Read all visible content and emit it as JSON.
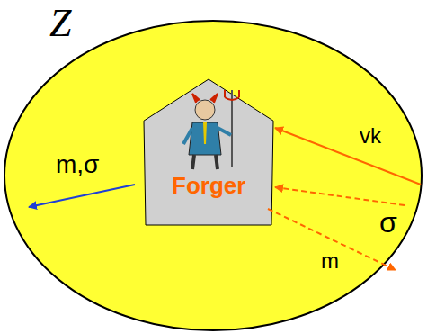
{
  "diagram": {
    "nodes": [
      {
        "text": [
          "Z"
        ]
      },
      {
        "text": [
          "Forger"
        ],
        "in": 0
      }
    ],
    "labels": [
      "m,σ",
      "vk",
      "σ",
      "m"
    ]
  }
}
